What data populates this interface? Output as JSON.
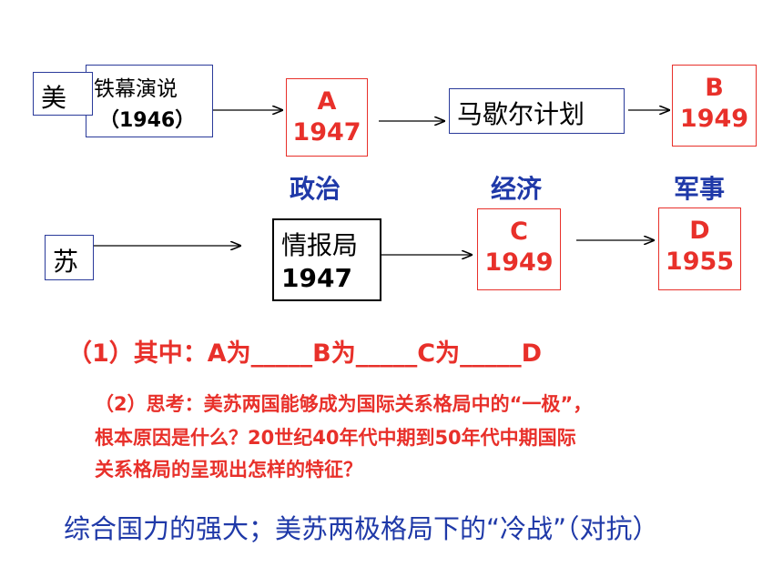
{
  "usa": {
    "label": "美",
    "speech": {
      "line1": "铁幕演说",
      "line2": "（1946）"
    },
    "a": {
      "letter": "A",
      "year": "1947"
    },
    "marshall": "马歇尔计划",
    "b": {
      "letter": "B",
      "year": "1949"
    }
  },
  "categories": {
    "politics": "政治",
    "economy": "经济",
    "military": "军事"
  },
  "ussr": {
    "label": "苏",
    "cominform": {
      "line1": "情报局",
      "line2": "1947"
    },
    "c": {
      "letter": "C",
      "year": "1949"
    },
    "d": {
      "letter": "D",
      "year": "1955"
    }
  },
  "questions": {
    "q1": "（1）其中：A为_____B为_____C为_____D",
    "q2_line1": "（2）思考：美苏两国能够成为国际关系格局中的“一极”，",
    "q2_line2": "根本原因是什么？20世纪40年代中期到50年代中期国际",
    "q2_line3": "关系格局的呈现出怎样的特征？"
  },
  "answer": "综合国力的强大；美苏两极格局下的“冷战”（对抗）",
  "colors": {
    "red": "#e8302a",
    "blue": "#1f39a8",
    "navy": "#2a3a9a"
  }
}
